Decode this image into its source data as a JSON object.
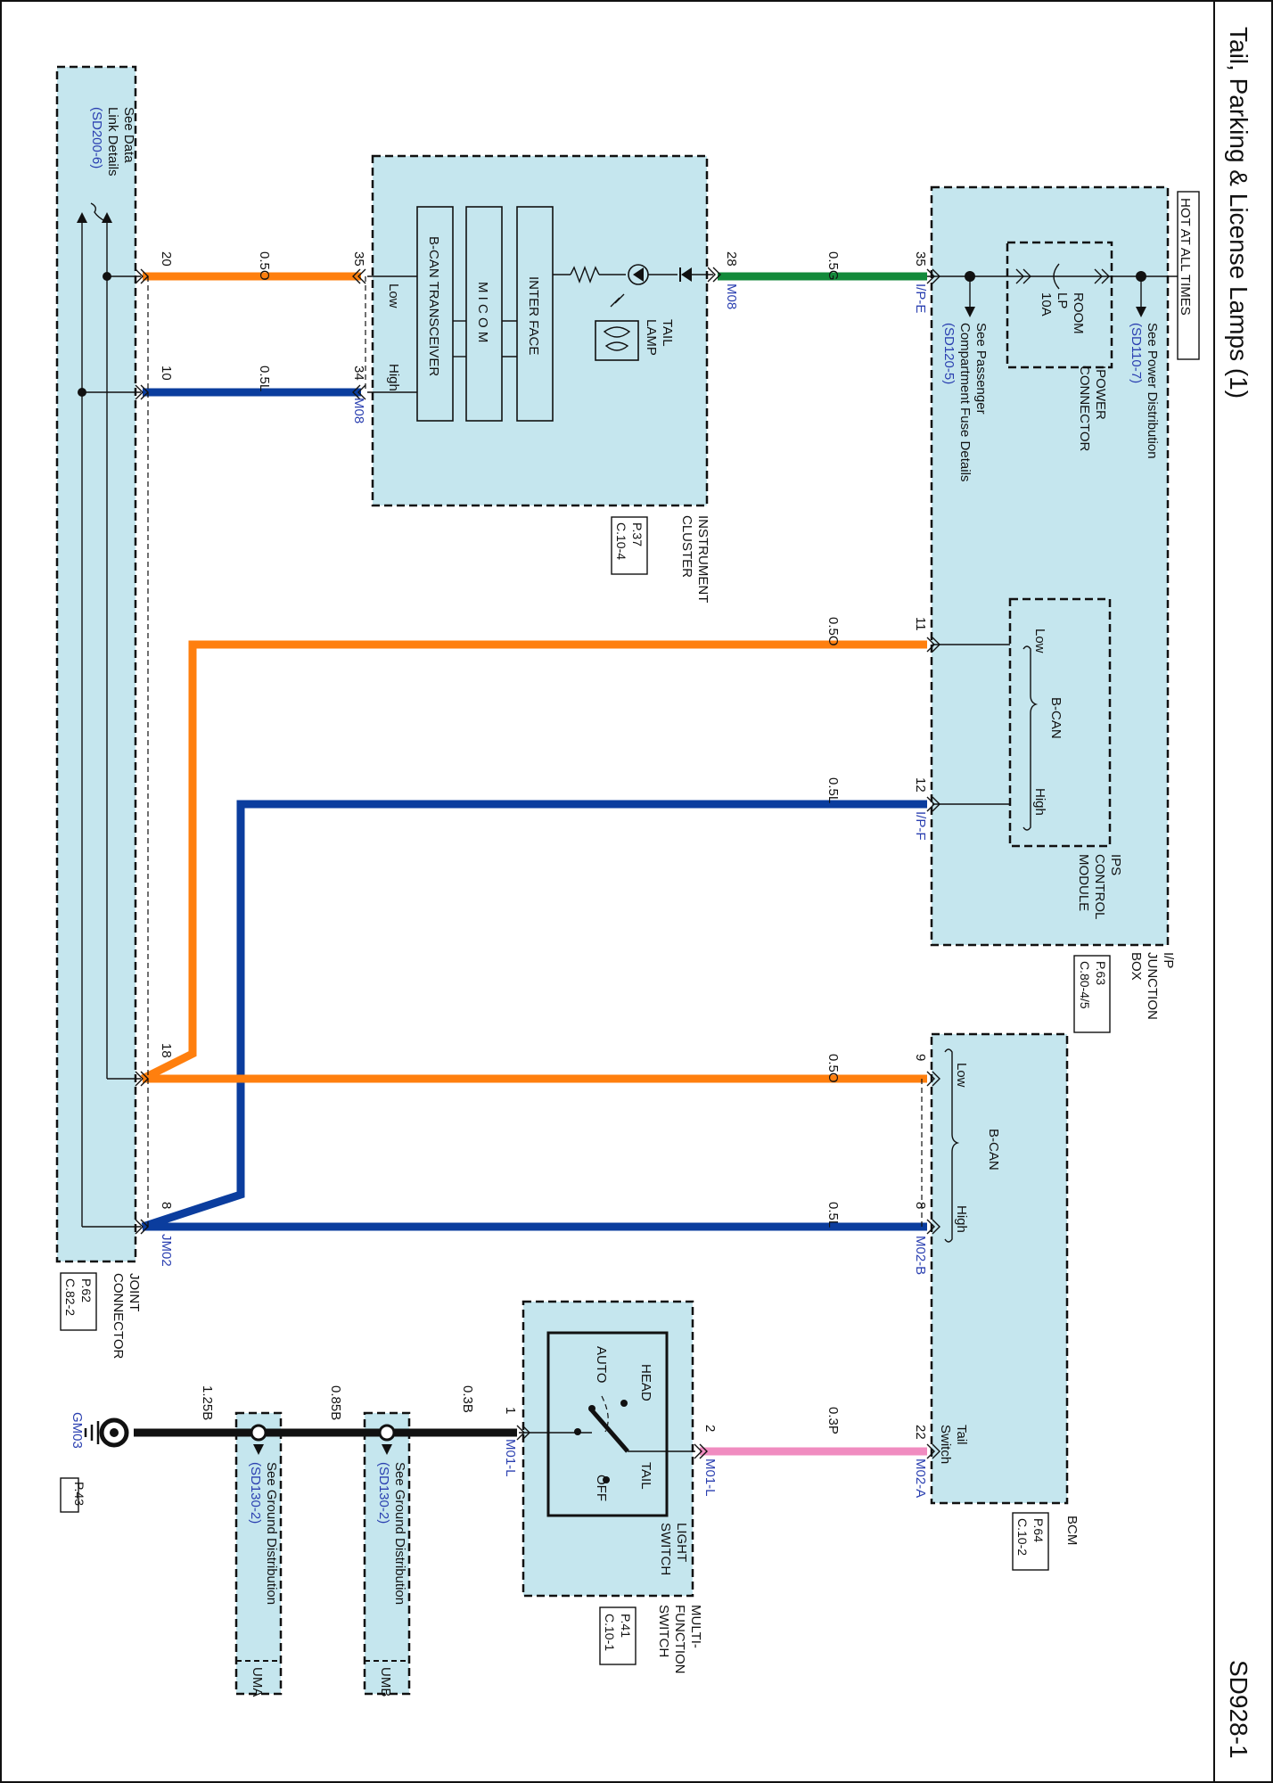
{
  "title": "Tail, Parking & License Lamps (1)",
  "page_code": "SD928-1",
  "colors": {
    "orange": "#ff7f0e",
    "blue": "#0b3d9e",
    "green": "#138a3a",
    "pink": "#f08cc0",
    "black": "#111111",
    "box_fill": "#c5e6ee",
    "link_text": "#2a3fb0"
  },
  "hot_at_all_times": "HOT AT ALL TIMES",
  "junction_box": {
    "label1": "I/P",
    "label2": "JUNCTION",
    "label3": "BOX",
    "ref1": "P.63",
    "ref2": "C.80-4/5",
    "power_connector_label1": "IPOWER",
    "power_connector_label2": "CONNECTOR",
    "fuse_name": "ROOM",
    "fuse_name2": "LP",
    "fuse_rating": "10A",
    "see_power_dist": "See Power Distribution",
    "see_power_dist_ref": "(SD110-7)",
    "see_pass_fuse1": "See Passenger",
    "see_pass_fuse2": "Compartment Fuse Details",
    "see_pass_fuse_ref": "(SD120-5)",
    "ips_label1": "IPS",
    "ips_label2": "CONTROL",
    "ips_label3": "MODULE",
    "bcan_label": "B-CAN",
    "low_label": "Low",
    "high_label": "High",
    "pin_35": "35",
    "pin_11": "11",
    "pin_12": "12",
    "conn_ipe": "I/P-E",
    "conn_ipf": "I/P-F"
  },
  "instrument_cluster": {
    "label1": "INSTRUMENT",
    "label2": "CLUSTER",
    "ref1": "P.37",
    "ref2": "C.10-4",
    "interface": "INTER FACE",
    "micom": "M I C O M",
    "transceiver": "B-CAN TRANSCEIVER",
    "low_label": "Low",
    "high_label": "High",
    "tail_lamp1": "TAIL",
    "tail_lamp2": "LAMP",
    "pin_28": "28",
    "pin_35": "35",
    "pin_34": "34",
    "conn_m08": "M08"
  },
  "joint_connector": {
    "label1": "JOINT",
    "label2": "CONNECTOR",
    "ref1": "P.62",
    "ref2": "C.82-2",
    "see_data1": "See Data",
    "see_data2": "Link Details",
    "see_data_ref": "(SD200-6)",
    "pin_20": "20",
    "pin_10": "10",
    "pin_18": "18",
    "pin_8": "8",
    "conn_jm02": "JM02"
  },
  "bcm": {
    "label": "BCM",
    "ref1": "P.64",
    "ref2": "C.10-2",
    "bcan_label": "B-CAN",
    "low_label": "Low",
    "high_label": "High",
    "tail_switch1": "Tail",
    "tail_switch2": "Switch",
    "pin_9": "9",
    "pin_8": "8",
    "pin_22": "22",
    "conn_m02b": "M02-B",
    "conn_m02a": "M02-A"
  },
  "multifunction_switch": {
    "label1": "MULTI-",
    "label2": "FUNCTION",
    "label3": "SWITCH",
    "ref1": "P.41",
    "ref2": "C.10-1",
    "light_switch1": "LIGHT",
    "light_switch2": "SWITCH",
    "pos_head": "HEAD",
    "pos_auto": "AUTO",
    "pos_tail": "TAIL",
    "pos_off": "OFF",
    "pin_1": "1",
    "pin_2": "2",
    "conn_m01l_a": "M01-L",
    "conn_m01l_b": "M01-L"
  },
  "ground": {
    "see_ground": "See Ground Distribution",
    "see_ground_ref": "(SD130-2)",
    "uma": "UMA",
    "umb": "UMB",
    "gm03": "GM03",
    "gm03_ref": "P.43"
  },
  "wires": {
    "w_05g": "0.5G",
    "w_05o_a": "0.5O",
    "w_05l_a": "0.5L",
    "w_05o_b": "0.5O",
    "w_05l_b": "0.5L",
    "w_05o_c": "0.5O",
    "w_05l_c": "0.5L",
    "w_03p": "0.3P",
    "w_03b": "0.3B",
    "w_085b": "0.85B",
    "w_125b": "1.25B"
  }
}
